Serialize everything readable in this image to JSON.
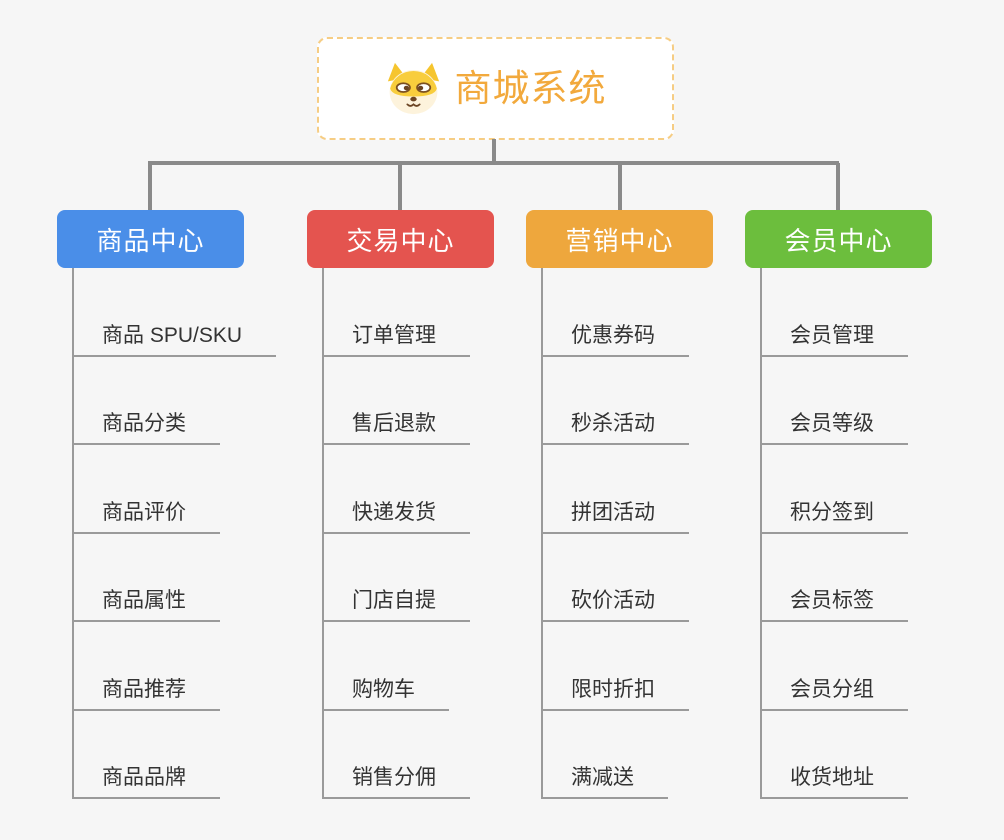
{
  "root": {
    "title": "商城系统",
    "icon": "shiba-dog-icon",
    "title_color": "#f2a93c",
    "border_color": "#f6cd84"
  },
  "connector_color": "#8a8a8a",
  "underline_color": "#9a9a9a",
  "branches": [
    {
      "id": "product-center",
      "label": "商品中心",
      "color": "#4a8ee8",
      "items": [
        "商品 SPU/SKU",
        "商品分类",
        "商品评价",
        "商品属性",
        "商品推荐",
        "商品品牌"
      ]
    },
    {
      "id": "trade-center",
      "label": "交易中心",
      "color": "#e4544f",
      "items": [
        "订单管理",
        "售后退款",
        "快递发货",
        "门店自提",
        "购物车",
        "销售分佣"
      ]
    },
    {
      "id": "marketing-center",
      "label": "营销中心",
      "color": "#eea73d",
      "items": [
        "优惠券码",
        "秒杀活动",
        "拼团活动",
        "砍价活动",
        "限时折扣",
        "满减送"
      ]
    },
    {
      "id": "member-center",
      "label": "会员中心",
      "color": "#6cbe3d",
      "items": [
        "会员管理",
        "会员等级",
        "积分签到",
        "会员标签",
        "会员分组",
        "收货地址"
      ]
    }
  ]
}
